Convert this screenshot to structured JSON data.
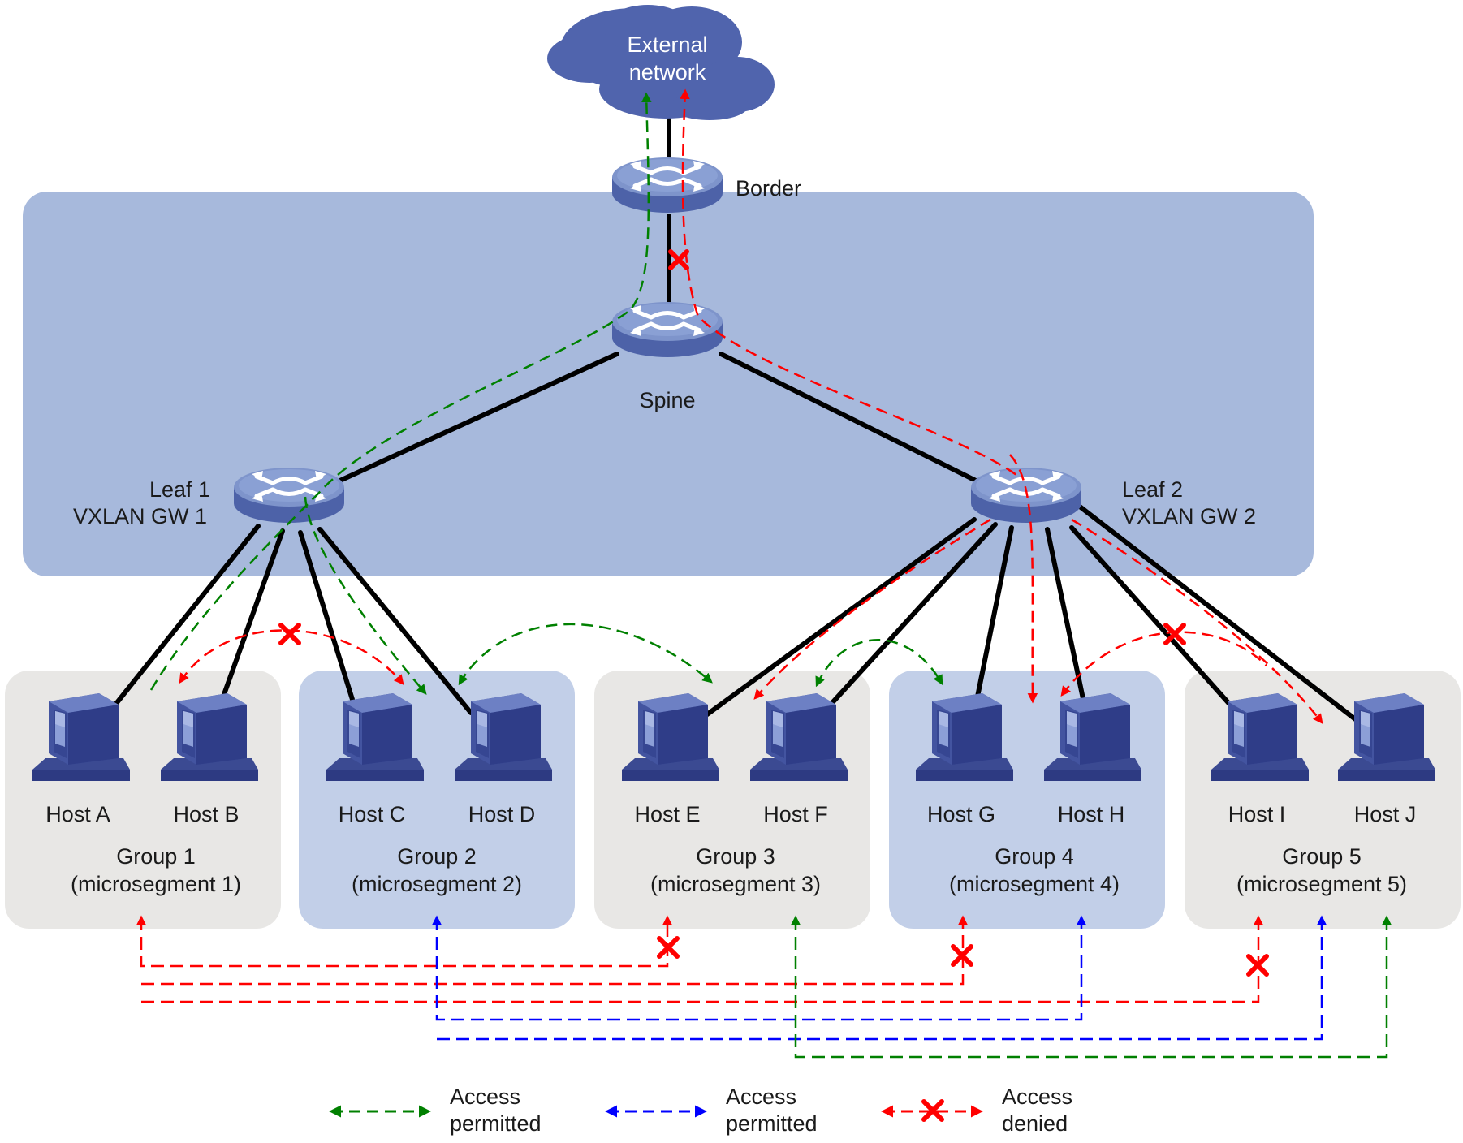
{
  "cloud": {
    "line1": "External",
    "line2": "network"
  },
  "devices": {
    "border": "Border",
    "spine": "Spine",
    "leaf1": {
      "line1": "Leaf 1",
      "line2": "VXLAN GW 1"
    },
    "leaf2": {
      "line1": "Leaf 2",
      "line2": "VXLAN GW 2"
    }
  },
  "hosts": [
    "Host A",
    "Host B",
    "Host C",
    "Host D",
    "Host E",
    "Host F",
    "Host G",
    "Host H",
    "Host I",
    "Host J"
  ],
  "groups": [
    {
      "line1": "Group 1",
      "line2": "(microsegment 1)"
    },
    {
      "line1": "Group 2",
      "line2": "(microsegment 2)"
    },
    {
      "line1": "Group 3",
      "line2": "(microsegment 3)"
    },
    {
      "line1": "Group 4",
      "line2": "(microsegment 4)"
    },
    {
      "line1": "Group 5",
      "line2": "(microsegment 5)"
    }
  ],
  "legend": [
    {
      "line1": "Access",
      "line2": "permitted",
      "color": "#008000"
    },
    {
      "line1": "Access",
      "line2": "permitted",
      "color": "#0000ff"
    },
    {
      "line1": "Access",
      "line2": "denied",
      "color": "#ff0000"
    }
  ],
  "colors": {
    "fabric": "#a7b9dc",
    "group_gray": "#e8e7e5",
    "group_blue": "#c2cfe8",
    "cloud": "#5064ad",
    "permit_green": "#008000",
    "permit_blue": "#0000ff",
    "deny_red": "#ff0000"
  }
}
